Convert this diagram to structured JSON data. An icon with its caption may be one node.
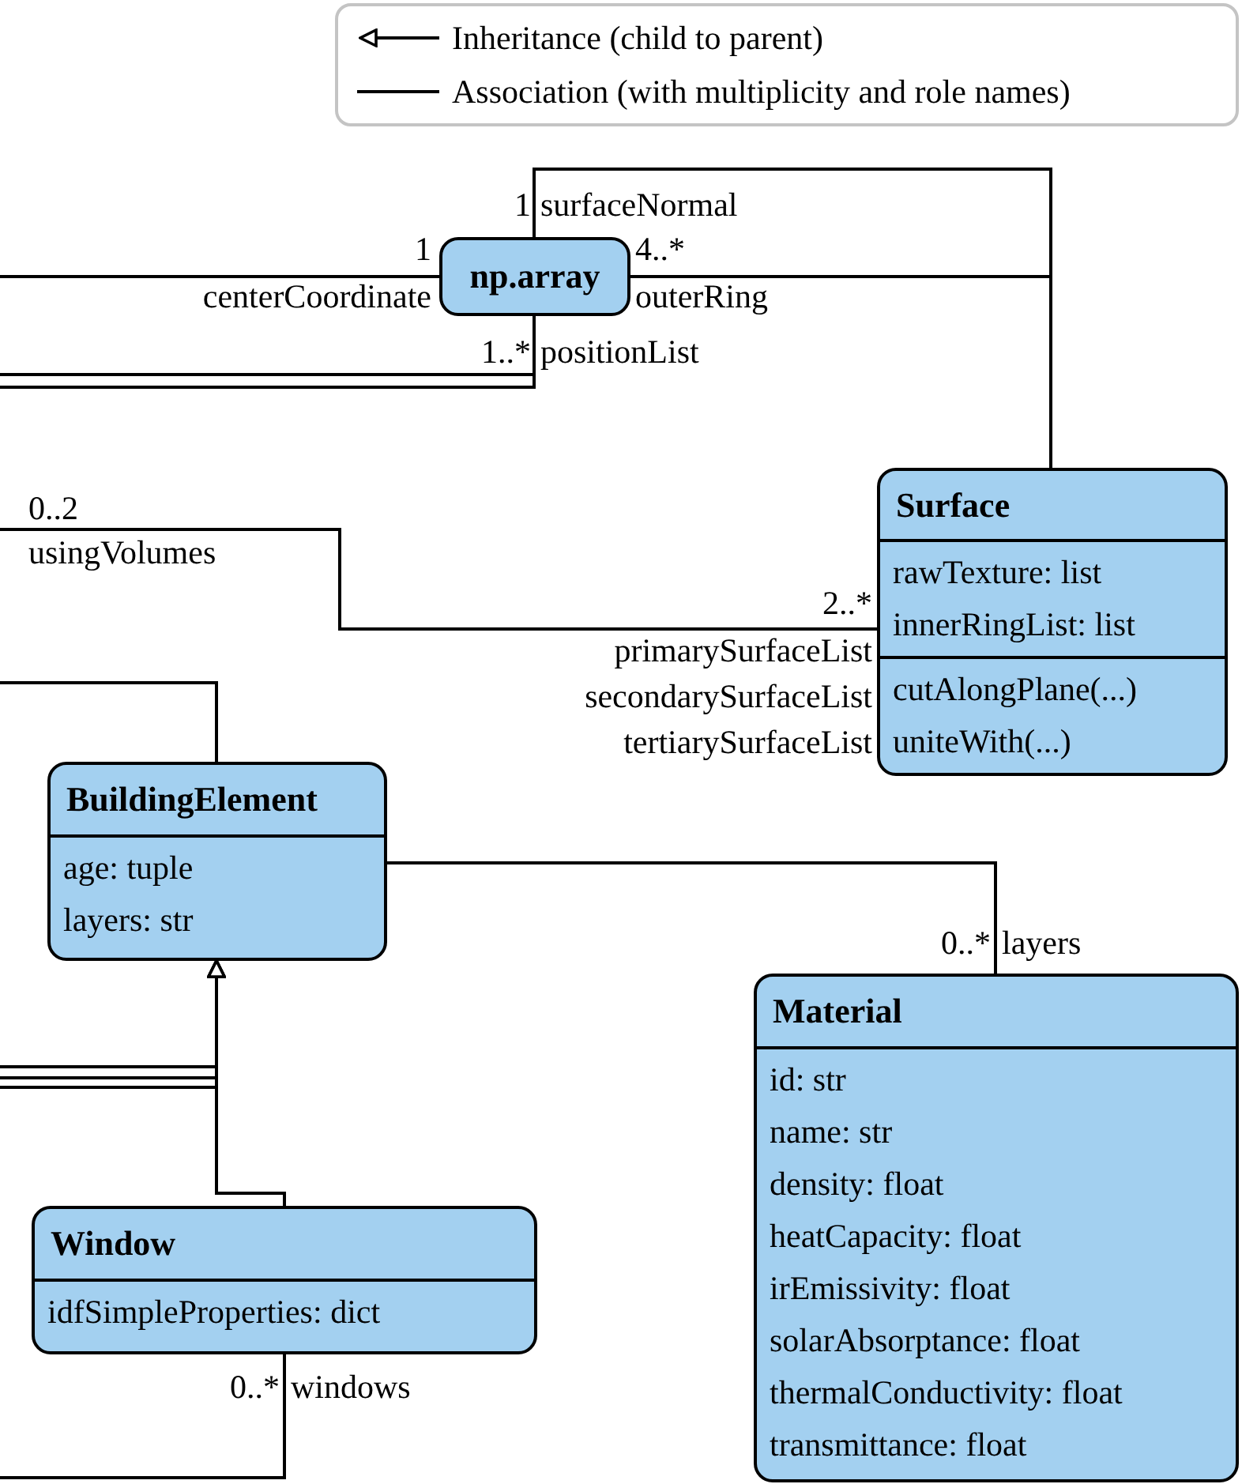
{
  "diagram": {
    "nodes": [
      {
        "text": [
          "np.array"
        ]
      },
      {
        "text": [
          "Surface",
          "rawTexture: list",
          "innerRingList: list",
          "cutAlongPlane(...)",
          "uniteWith(...)"
        ]
      },
      {
        "text": [
          "BuildingElement",
          "age: tuple",
          "layers: str"
        ]
      },
      {
        "text": [
          "Material",
          "id: str",
          "name: str",
          "density: float",
          "heatCapacity: float",
          "irEmissivity: float",
          "solarAbsorptance: float",
          "thermalConductivity: float",
          "transmittance: float"
        ]
      },
      {
        "text": [
          "Window",
          "idfSimpleProperties: dict"
        ]
      }
    ],
    "edges": [
      {
        "from": 0,
        "to": 1,
        "arrow": "none",
        "label": "surfaceNormal"
      },
      {
        "from": 0,
        "to": 1,
        "arrow": "none",
        "label": "outerRing"
      },
      {
        "from": null,
        "to": 0,
        "arrow": "none",
        "label": "centerCoordinate"
      },
      {
        "from": null,
        "to": 0,
        "arrow": "none",
        "label": "positionList"
      },
      {
        "from": null,
        "to": 0,
        "arrow": "none"
      },
      {
        "from": null,
        "to": 1,
        "arrow": "none",
        "label": "usingVolumes"
      },
      {
        "from": null,
        "to": 2,
        "arrow": "none"
      },
      {
        "from": 2,
        "to": 3,
        "arrow": "none",
        "label": "layers"
      },
      {
        "from": 4,
        "to": 2,
        "arrow": "to"
      },
      {
        "from": null,
        "to": 2,
        "arrow": "to"
      },
      {
        "from": null,
        "to": 2,
        "arrow": "to"
      },
      {
        "from": null,
        "to": 2,
        "arrow": "to"
      },
      {
        "from": null,
        "to": 4,
        "arrow": "none",
        "label": "windows"
      }
    ],
    "labels": [
      "1",
      "1",
      "4..*",
      "1..*",
      "0..2",
      "2..*",
      "primarySurfaceList",
      "secondarySurfaceList",
      "tertiarySurfaceList",
      "0..*",
      "0..*"
    ],
    "legend": [
      {
        "text": "Inheritance (child to parent)"
      },
      {
        "text": "Association (with multiplicity and role names)"
      }
    ]
  }
}
